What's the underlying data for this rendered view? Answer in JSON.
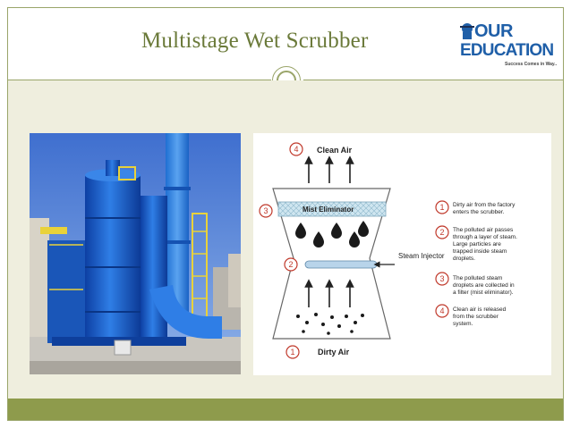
{
  "slide": {
    "title": "Multistage Wet Scrubber"
  },
  "logo": {
    "word1": "OUR",
    "word2": "EDUCATION",
    "tagline": "Success Comes in Way..",
    "brand_color": "#1f5fa8"
  },
  "theme": {
    "accent": "#8e9b4c",
    "background": "#efeede",
    "title_color": "#6b7a3a"
  },
  "diagram": {
    "top_label": "Clean Air",
    "mist_label": "Mist Eliminator",
    "steam_label": "Steam Injector",
    "bottom_label": "Dirty Air",
    "markers": [
      "1",
      "2",
      "3",
      "4"
    ],
    "steps": [
      {
        "num": "1",
        "lines": [
          "Dirty air from the factory",
          "enters the scrubber."
        ]
      },
      {
        "num": "2",
        "lines": [
          "The polluted air passes",
          "through a layer of steam.",
          "Large particles are",
          "trapped  inside steam",
          "droplets."
        ]
      },
      {
        "num": "3",
        "lines": [
          "The polluted steam",
          "droplets are collected in",
          "a filter (mist eliminator)."
        ]
      },
      {
        "num": "4",
        "lines": [
          "Clean air is released",
          "from the scrubber",
          "system."
        ]
      }
    ]
  },
  "icons": [
    "scrubber-photo",
    "arrow-up-icon",
    "droplet-icon",
    "number-circle-icon"
  ]
}
